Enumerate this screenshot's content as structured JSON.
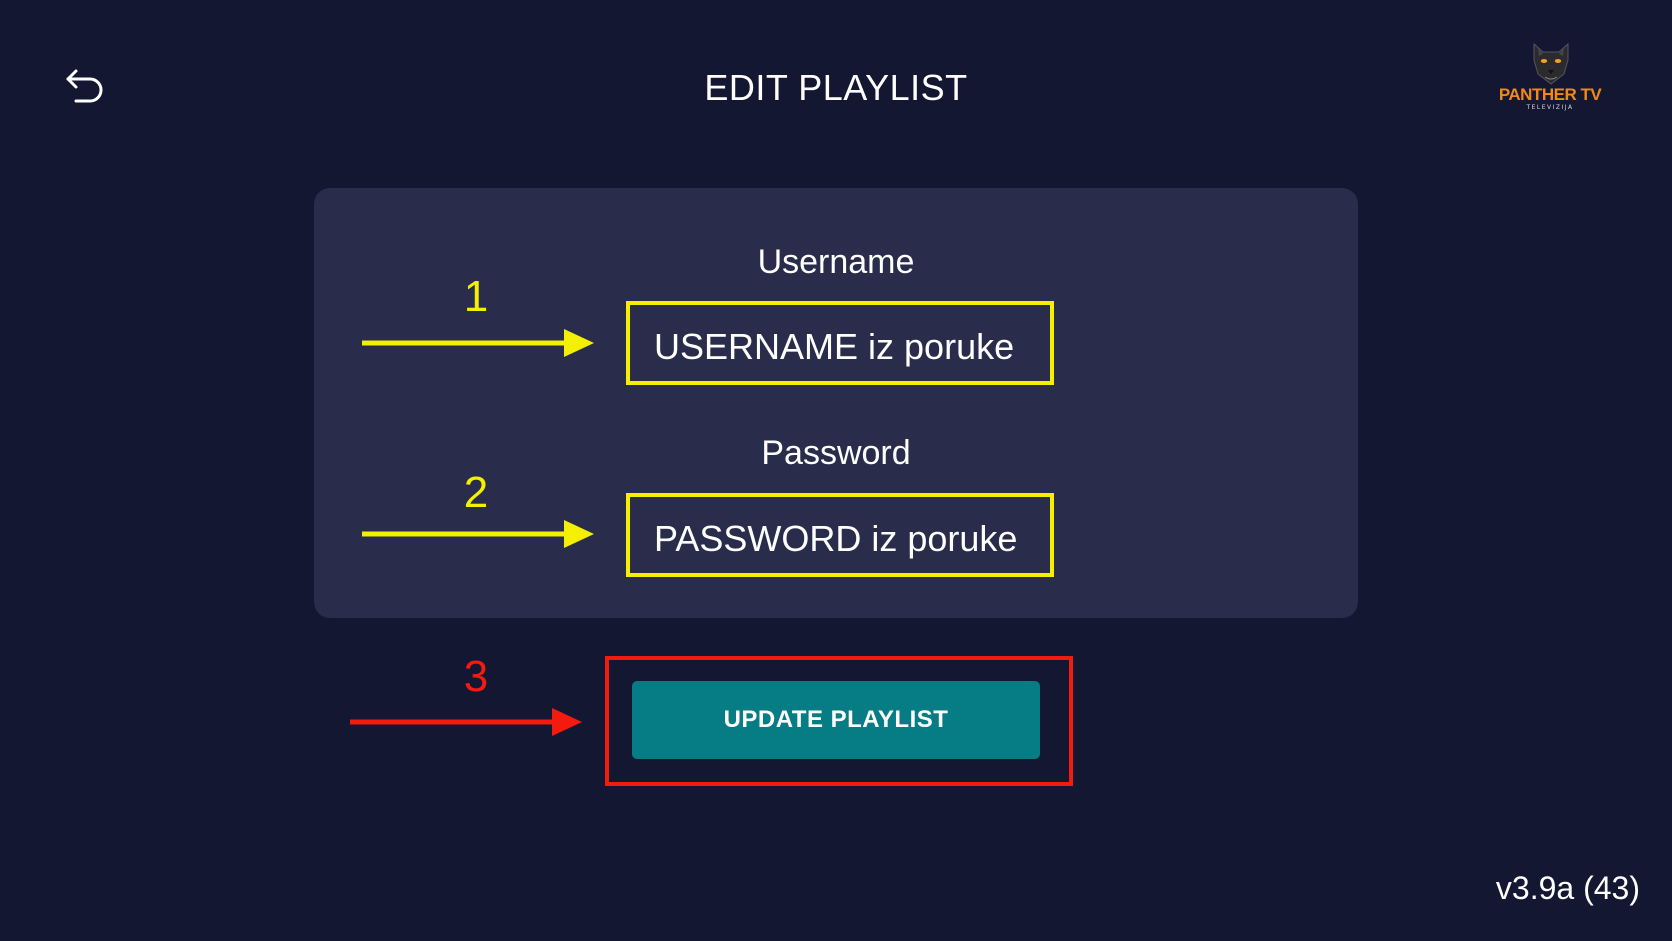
{
  "header": {
    "title": "EDIT PLAYLIST",
    "back_icon": "back-arrow-icon"
  },
  "logo": {
    "brand": "PANTHER TV",
    "tagline": "TELEVIZIJA",
    "icon": "panther-head-icon"
  },
  "form": {
    "username": {
      "label": "Username",
      "value": "USERNAME iz poruke"
    },
    "password": {
      "label": "Password",
      "value": "PASSWORD iz poruke"
    },
    "submit_label": "UPDATE PLAYLIST"
  },
  "annotations": {
    "step1": "1",
    "step2": "2",
    "step3": "3",
    "highlight_yellow": "#f5f000",
    "highlight_red": "#f41a10"
  },
  "colors": {
    "background": "#141731",
    "card": "#292c4b",
    "button": "#067d84",
    "brand": "#ef8a1a"
  },
  "footer": {
    "version": "v3.9a (43)"
  }
}
